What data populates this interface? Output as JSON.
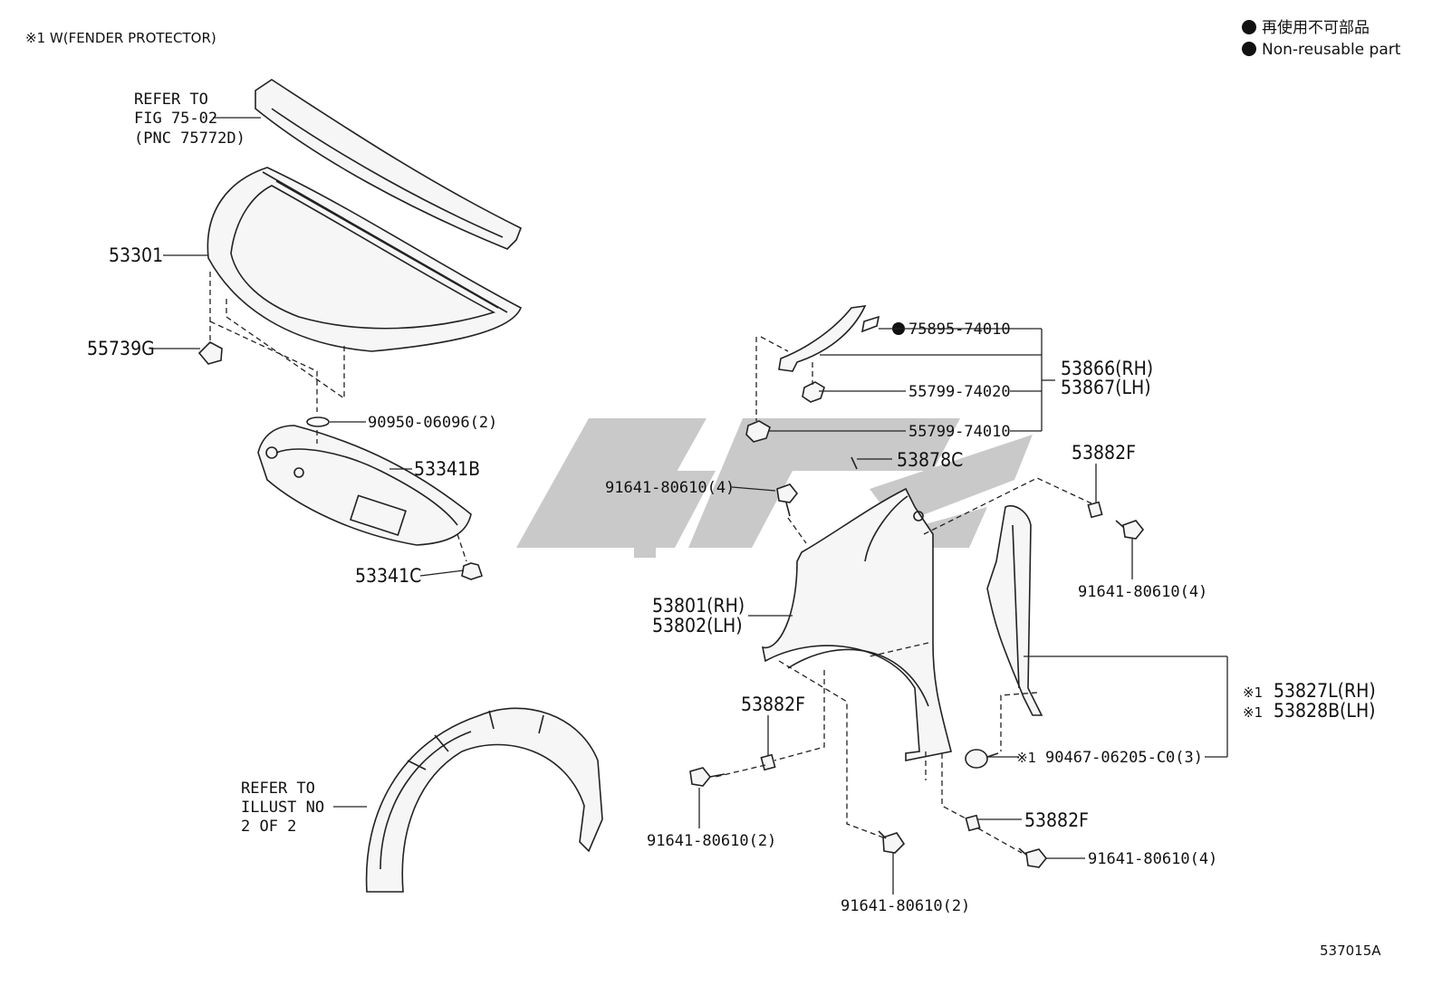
{
  "header": {
    "note": "※1 W(FENDER PROTECTOR)",
    "legend_line1": "再使用不可部品",
    "legend_line2": "Non-reusable part"
  },
  "refs": {
    "hood_ref": [
      "REFER TO",
      "FIG 75-02",
      "(PNC 75772D)"
    ],
    "liner_ref": [
      "REFER TO",
      "ILLUST NO",
      "2 OF 2"
    ]
  },
  "labels": {
    "p53301": "53301",
    "p55739G": "55739G",
    "p90950": "90950-06096(2)",
    "p53341B": "53341B",
    "p53341C": "53341C",
    "p75895": "75895-74010",
    "p53866": "53866(RH)",
    "p53867": "53867(LH)",
    "p55799_020": "55799-74020",
    "p55799_010": "55799-74010",
    "p53878C": "53878C",
    "p53882F_top": "53882F",
    "p91641_4a": "91641-80610(4)",
    "p91641_4b": "91641-80610(4)",
    "p53801": "53801(RH)",
    "p53802": "53802(LH)",
    "p53827L": "53827L(RH)",
    "p53828B": "53828B(LH)",
    "mark1a": "※1",
    "mark1b": "※1",
    "mark1c": "※1",
    "p90467": "90467-06205-C0(3)",
    "p53882F_mid": "53882F",
    "p91641_2a": "91641-80610(2)",
    "p53882F_low": "53882F",
    "p91641_4c": "91641-80610(4)",
    "p91641_2b": "91641-80610(2)"
  },
  "footer": {
    "code": "537015A"
  }
}
